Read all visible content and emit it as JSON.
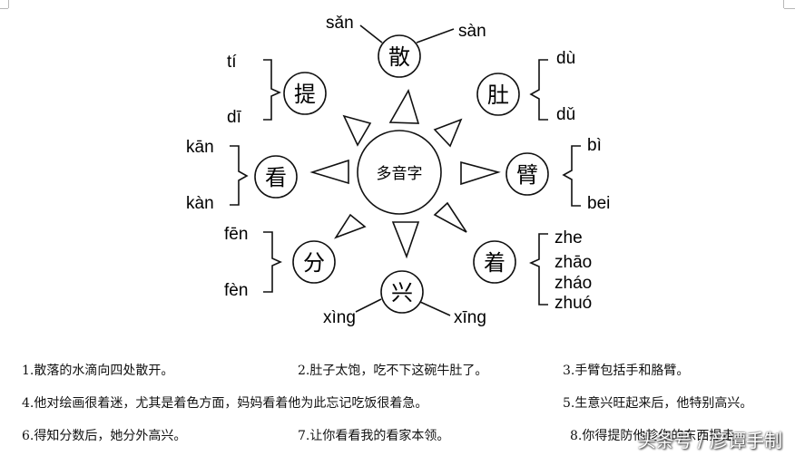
{
  "center": {
    "label": "多音字"
  },
  "nodes": [
    {
      "id": "san",
      "char": "散",
      "pinyin": [
        "sǎn",
        "sàn"
      ]
    },
    {
      "id": "du",
      "char": "肚",
      "pinyin": [
        "dù",
        "dǔ"
      ]
    },
    {
      "id": "bi",
      "char": "臂",
      "pinyin": [
        "bì",
        "bei"
      ]
    },
    {
      "id": "zhao",
      "char": "着",
      "pinyin": [
        "zhe",
        "zhāo",
        "zháo",
        "zhuó"
      ]
    },
    {
      "id": "xing",
      "char": "兴",
      "pinyin": [
        "xìng",
        "xīng"
      ]
    },
    {
      "id": "fen",
      "char": "分",
      "pinyin": [
        "fēn",
        "fèn"
      ]
    },
    {
      "id": "kan",
      "char": "看",
      "pinyin": [
        "kān",
        "kàn"
      ]
    },
    {
      "id": "ti",
      "char": "提",
      "pinyin": [
        "tí",
        "dī"
      ]
    }
  ],
  "sentences": [
    "1.散落的水滴向四处散开。",
    "2.肚子太饱，吃不下这碗牛肚了。",
    "3.手臂包括手和胳臂。",
    "4.他对绘画很着迷，尤其是着色方面，妈妈看着他为此忘记吃饭很着急。",
    "5.生意兴旺起来后，他特别高兴。",
    "6.得知分数后，她分外高兴。",
    "7.让你看看我的看家本领。",
    "8.你得提防他趁你的东西提走。"
  ],
  "watermark": "头条号 / 彦谭手制",
  "colors": {
    "ink": "#111111",
    "background": "#ffffff"
  }
}
